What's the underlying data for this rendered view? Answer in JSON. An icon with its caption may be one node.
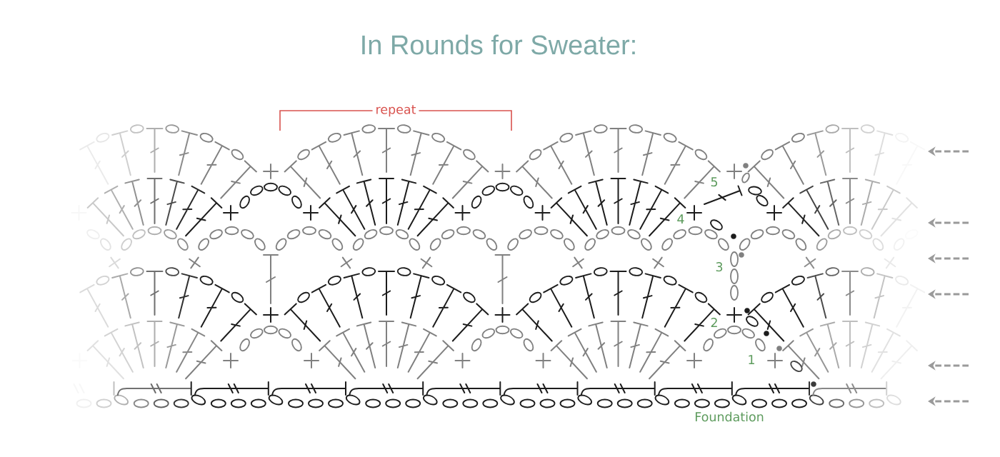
{
  "diagram": {
    "title": "In Rounds for Sweater:",
    "labels": [
      "repeat",
      "5",
      "4",
      "3",
      "2",
      "1",
      "Foundation"
    ]
  }
}
